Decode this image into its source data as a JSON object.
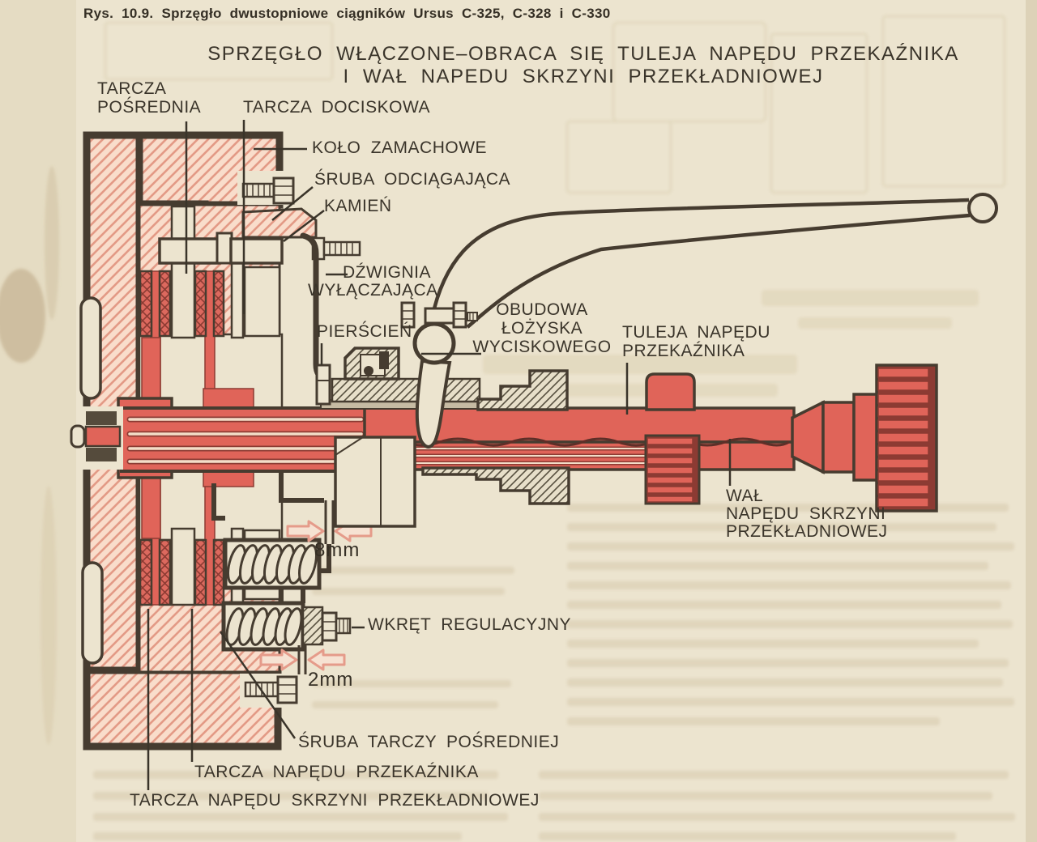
{
  "page": {
    "caption": "Rys. 10.9. Sprzęgło dwustopniowe ciągników Ursus C-325, C-328 i C-330",
    "title_line1": "SPRZĘGŁO WŁĄCZONE–OBRACA SIĘ TULEJA NAPĘDU PRZEKAŹNIKA",
    "title_line2": "I WAŁ NAPEDU SKRZYNI PRZEKŁADNIOWEJ"
  },
  "labels": {
    "tarcza_posrednia": [
      "TARCZA",
      "POŚREDNIA"
    ],
    "tarcza_dociskowa": "TARCZA DOCISKOWA",
    "kolo_zamachowe": "KOŁO ZAMACHOWE",
    "sruba_odciagajaca": "ŚRUBA ODCIĄGAJĄCA",
    "kamien": "KAMIEŃ",
    "dzwignia": [
      "DŹWIGNIA",
      "WYŁĄCZAJĄCA"
    ],
    "pierscien": "PIERŚCIEŃ",
    "obudowa": [
      "OBUDOWA",
      "ŁOŻYSKA",
      "WYCISKOWEGO"
    ],
    "tuleja": [
      "TULEJA NAPĘDU",
      "PRZEKAŹNIKA"
    ],
    "wal": [
      "WAŁ",
      "NAPĘDU SKRZYNI",
      "PRZEKŁADNIOWEJ"
    ],
    "wkret": "WKRĘT REGULACYJNY",
    "sruba_tarczy": "ŚRUBA TARCZY POŚREDNIEJ",
    "tarcza_napedu_przekaznika": "TARCZA NAPĘDU PRZEKAŹNIKA",
    "tarcza_napedu_skrzyni": "TARCZA NAPĘDU SKRZYNI PRZEKŁADNIOWEJ"
  },
  "dimensions": {
    "gap_top": "8mm",
    "gap_bottom": "2mm"
  },
  "colors": {
    "paper": "#ece4cf",
    "ink": "#3a342a",
    "outline": "#463c30",
    "part_red": "#e06459",
    "red_dark": "#8c3b33",
    "pink_fill": "#f9ddcb",
    "pink_hatch_line": "#e39a86",
    "arrow_pink": "#e59b8a",
    "steel_gray": "#c6bba3"
  }
}
